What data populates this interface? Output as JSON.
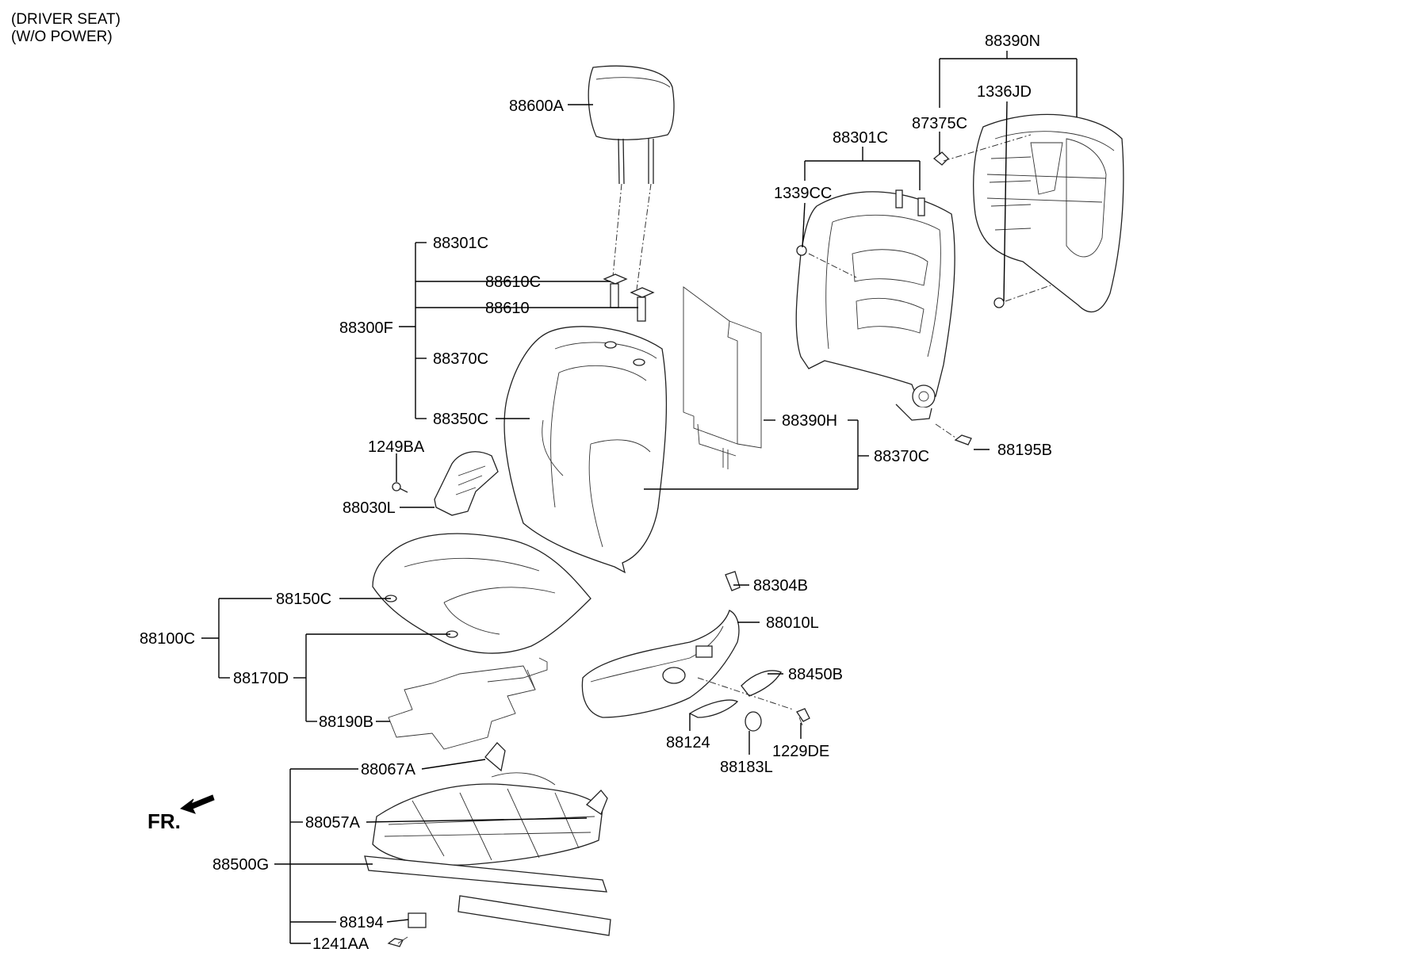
{
  "header": {
    "line1": "(DRIVER SEAT)",
    "line2": "(W/O POWER)"
  },
  "direction_label": "FR.",
  "labels": {
    "l88390N": "88390N",
    "l1336JD": "1336JD",
    "l87375C": "87375C",
    "l88301C_top": "88301C",
    "l1339CC": "1339CC",
    "l88600A": "88600A",
    "l88301C": "88301C",
    "l88610C": "88610C",
    "l88610": "88610",
    "l88300F": "88300F",
    "l88370C": "88370C",
    "l88350C": "88350C",
    "l88390H": "88390H",
    "l88370C_right": "88370C",
    "l88195B": "88195B",
    "l1249BA": "1249BA",
    "l88030L": "88030L",
    "l88304B": "88304B",
    "l88010L": "88010L",
    "l88450B": "88450B",
    "l88150C": "88150C",
    "l88100C": "88100C",
    "l88170D": "88170D",
    "l88190B": "88190B",
    "l88124": "88124",
    "l1229DE": "1229DE",
    "l88183L": "88183L",
    "l88067A": "88067A",
    "l88057A": "88057A",
    "l88500G": "88500G",
    "l88194": "88194",
    "l1241AA": "1241AA"
  }
}
